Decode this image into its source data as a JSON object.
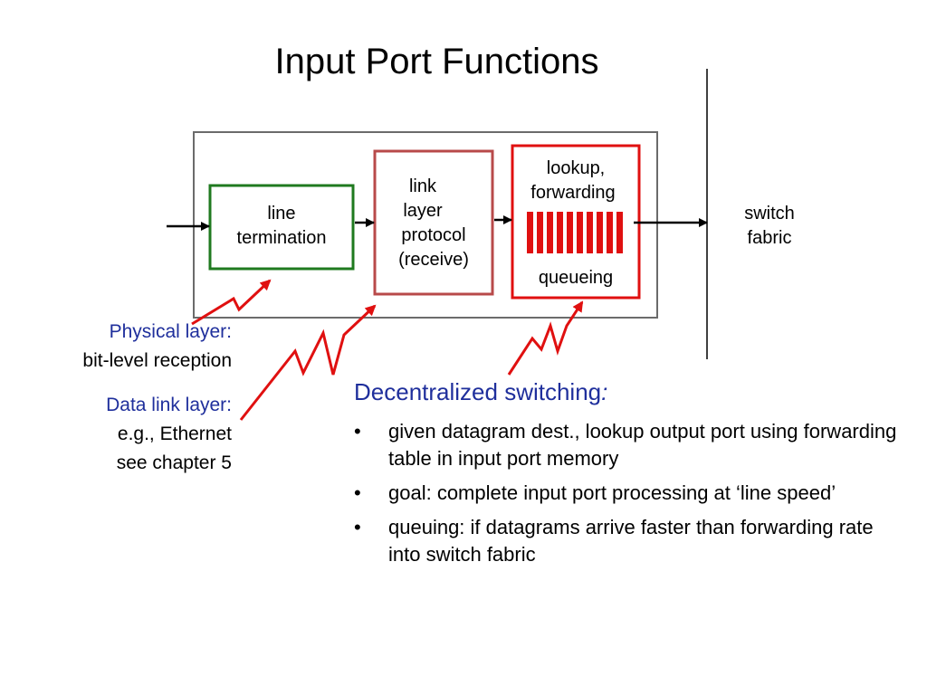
{
  "title": "Input Port Functions",
  "diagram": {
    "line_termination": [
      "line",
      "termination"
    ],
    "link_layer": [
      "link",
      "layer",
      "protocol",
      "(receive)"
    ],
    "lookup": [
      "lookup,",
      "forwarding"
    ],
    "queueing": "queueing",
    "switch_fabric": [
      "switch",
      "fabric"
    ],
    "colors": {
      "outer_box": "#6b6b6b",
      "line_termination_border": "#1f7a1f",
      "link_layer_border": "#b84a4a",
      "lookup_border": "#e01010",
      "queue_bars": "#e01010",
      "callout_lines": "#e01010"
    }
  },
  "notes": {
    "physical": {
      "heading": "Physical layer:",
      "lines": [
        "bit-level reception"
      ]
    },
    "datalink": {
      "heading": "Data link layer:",
      "lines": [
        "e.g., Ethernet",
        "see chapter 5"
      ]
    }
  },
  "section": {
    "heading": "Decentralized switching",
    "heading_suffix": ":",
    "bullet_symbol": "•",
    "bullets": [
      "given datagram dest., lookup output port using forwarding table in input port memory",
      "goal: complete input port processing at ‘line speed’",
      "queuing: if datagrams arrive faster than forwarding rate into switch fabric"
    ]
  }
}
